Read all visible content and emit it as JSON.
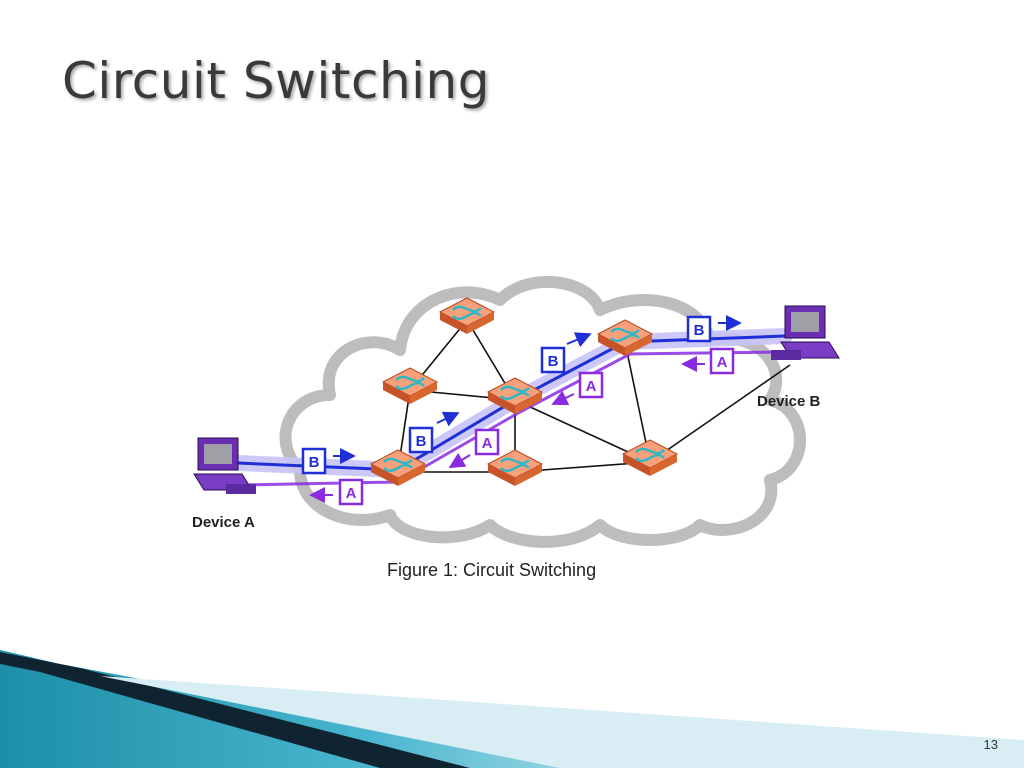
{
  "slide": {
    "title": "Circuit Switching",
    "caption": "Figure 1: Circuit Switching",
    "page_number": "13"
  },
  "diagram": {
    "device_a_label": "Device A",
    "device_b_label": "Device B",
    "flow_b_label": "B",
    "flow_a_label": "A",
    "colors": {
      "cloud": "#bdbdbd",
      "switch": "#f07a4a",
      "switch_dark": "#b8481f",
      "switch_symbol": "#2fb7c4",
      "flow_b": "#1f2fd6",
      "flow_a": "#8a2be2",
      "path_highlight": "#a9a4f5",
      "link": "#111111",
      "device_body": "#6a2fb0"
    },
    "icons": [
      "computer-icon",
      "switch-icon",
      "arrow-right-icon",
      "arrow-left-icon"
    ]
  }
}
